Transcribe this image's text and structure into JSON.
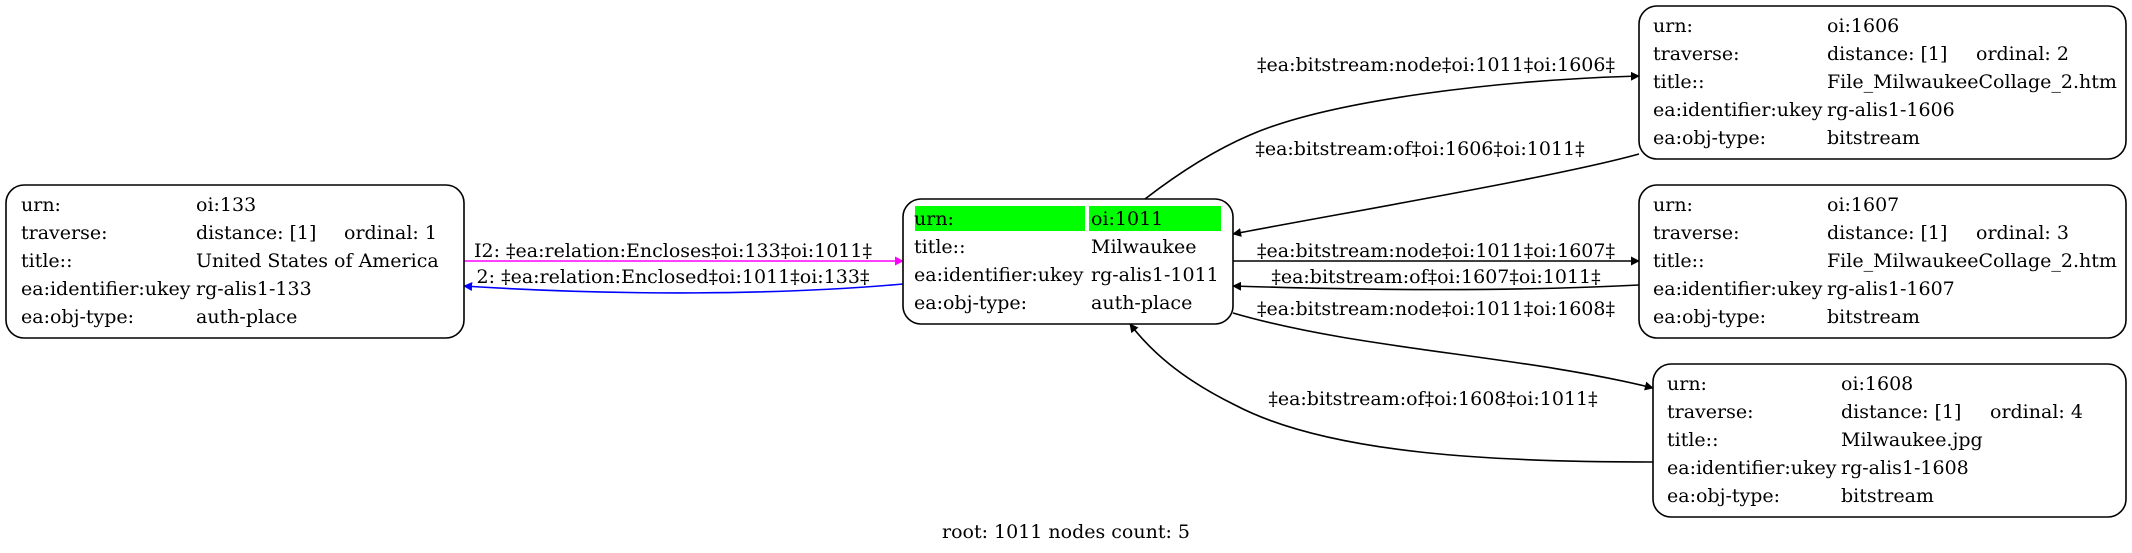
{
  "graph": {
    "nodes": [
      {
        "id": "oi:133",
        "rows": [
          {
            "key": "urn:",
            "value": "oi:133"
          },
          {
            "key": "traverse:",
            "value": "distance: [1]",
            "extra": "ordinal: 1"
          },
          {
            "key": "title::",
            "value": "United States of America"
          },
          {
            "key": "ea:identifier:ukey",
            "value": "rg-alis1-133"
          },
          {
            "key": "ea:obj-type:",
            "value": "auth-place"
          }
        ]
      },
      {
        "id": "oi:1011",
        "root": true,
        "rows": [
          {
            "key": "urn:",
            "value": "oi:1011",
            "highlight": true
          },
          {
            "key": "title::",
            "value": "Milwaukee"
          },
          {
            "key": "ea:identifier:ukey",
            "value": "rg-alis1-1011"
          },
          {
            "key": "ea:obj-type:",
            "value": "auth-place"
          }
        ]
      },
      {
        "id": "oi:1606",
        "rows": [
          {
            "key": "urn:",
            "value": "oi:1606"
          },
          {
            "key": "traverse:",
            "value": "distance: [1]",
            "extra": "ordinal: 2"
          },
          {
            "key": "title::",
            "value": "File_MilwaukeeCollage_2.htm"
          },
          {
            "key": "ea:identifier:ukey",
            "value": "rg-alis1-1606"
          },
          {
            "key": "ea:obj-type:",
            "value": "bitstream"
          }
        ]
      },
      {
        "id": "oi:1607",
        "rows": [
          {
            "key": "urn:",
            "value": "oi:1607"
          },
          {
            "key": "traverse:",
            "value": "distance: [1]",
            "extra": "ordinal: 3"
          },
          {
            "key": "title::",
            "value": "File_MilwaukeeCollage_2.htm"
          },
          {
            "key": "ea:identifier:ukey",
            "value": "rg-alis1-1607"
          },
          {
            "key": "ea:obj-type:",
            "value": "bitstream"
          }
        ]
      },
      {
        "id": "oi:1608",
        "rows": [
          {
            "key": "urn:",
            "value": "oi:1608"
          },
          {
            "key": "traverse:",
            "value": "distance: [1]",
            "extra": "ordinal: 4"
          },
          {
            "key": "title::",
            "value": "Milwaukee.jpg"
          },
          {
            "key": "ea:identifier:ukey",
            "value": "rg-alis1-1608"
          },
          {
            "key": "ea:obj-type:",
            "value": "bitstream"
          }
        ]
      }
    ],
    "edges": [
      {
        "from": "oi:133",
        "to": "oi:1011",
        "label": "I2: ‡ea:relation:Encloses‡oi:133‡oi:1011‡",
        "color": "#ff00ff"
      },
      {
        "from": "oi:1011",
        "to": "oi:133",
        "label": "2: ‡ea:relation:Enclosed‡oi:1011‡oi:133‡",
        "color": "#0000ff"
      },
      {
        "from": "oi:1011",
        "to": "oi:1606",
        "label": "‡ea:bitstream:node‡oi:1011‡oi:1606‡",
        "color": "#000000"
      },
      {
        "from": "oi:1606",
        "to": "oi:1011",
        "label": "‡ea:bitstream:of‡oi:1606‡oi:1011‡",
        "color": "#000000"
      },
      {
        "from": "oi:1011",
        "to": "oi:1607",
        "label": "‡ea:bitstream:node‡oi:1011‡oi:1607‡",
        "color": "#000000"
      },
      {
        "from": "oi:1607",
        "to": "oi:1011",
        "label": "‡ea:bitstream:of‡oi:1607‡oi:1011‡",
        "color": "#000000"
      },
      {
        "from": "oi:1011",
        "to": "oi:1608",
        "label": "‡ea:bitstream:node‡oi:1011‡oi:1608‡",
        "color": "#000000"
      },
      {
        "from": "oi:1608",
        "to": "oi:1011",
        "label": "‡ea:bitstream:of‡oi:1608‡oi:1011‡",
        "color": "#000000"
      }
    ],
    "footer": "root: 1011 nodes count: 5",
    "colors": {
      "highlight": "#00ff00",
      "edge_default": "#000000"
    }
  }
}
